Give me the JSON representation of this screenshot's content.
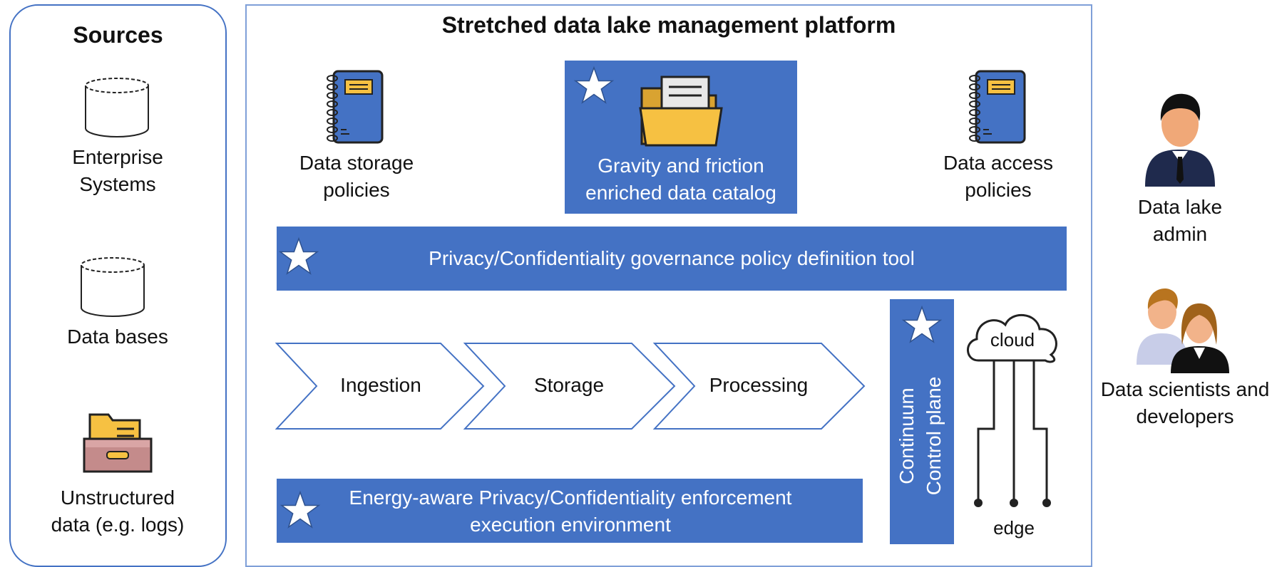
{
  "sources": {
    "title": "Sources",
    "items": [
      {
        "label_line1": "Enterprise",
        "label_line2": "Systems",
        "icon": "database-cylinder-icon"
      },
      {
        "label": "Data bases",
        "icon": "database-cylinder-icon"
      },
      {
        "label_line1": "Unstructured",
        "label_line2": "data (e.g. logs)",
        "icon": "file-drawer-icon"
      }
    ]
  },
  "platform": {
    "title": "Stretched data lake management platform",
    "storage_policies": {
      "line1": "Data storage",
      "line2": "policies",
      "icon": "notebook-icon"
    },
    "catalog": {
      "line1": "Gravity and friction",
      "line2": "enriched data catalog",
      "icon": "folder-icon"
    },
    "access_policies": {
      "line1": "Data access",
      "line2": "policies",
      "icon": "notebook-icon"
    },
    "governance_tool": "Privacy/Confidentiality governance policy definition tool",
    "pipeline": [
      "Ingestion",
      "Storage",
      "Processing"
    ],
    "enforcement": {
      "line1": "Energy-aware Privacy/Confidentiality enforcement",
      "line2": "execution environment"
    },
    "control_plane": {
      "line1": "Continuum",
      "line2": "Control plane"
    },
    "cloud_label": "cloud",
    "edge_label": "edge"
  },
  "actors": [
    {
      "line1": "Data lake",
      "line2": "admin",
      "icon": "businessman-icon"
    },
    {
      "line1": "Data scientists and",
      "line2": "developers",
      "icon": "user-group-icon"
    }
  ],
  "colors": {
    "accent_blue": "#4472c4",
    "border_blue": "#4472c4",
    "folder_yellow": "#f6c142",
    "drawer_pink": "#c48b8b"
  }
}
